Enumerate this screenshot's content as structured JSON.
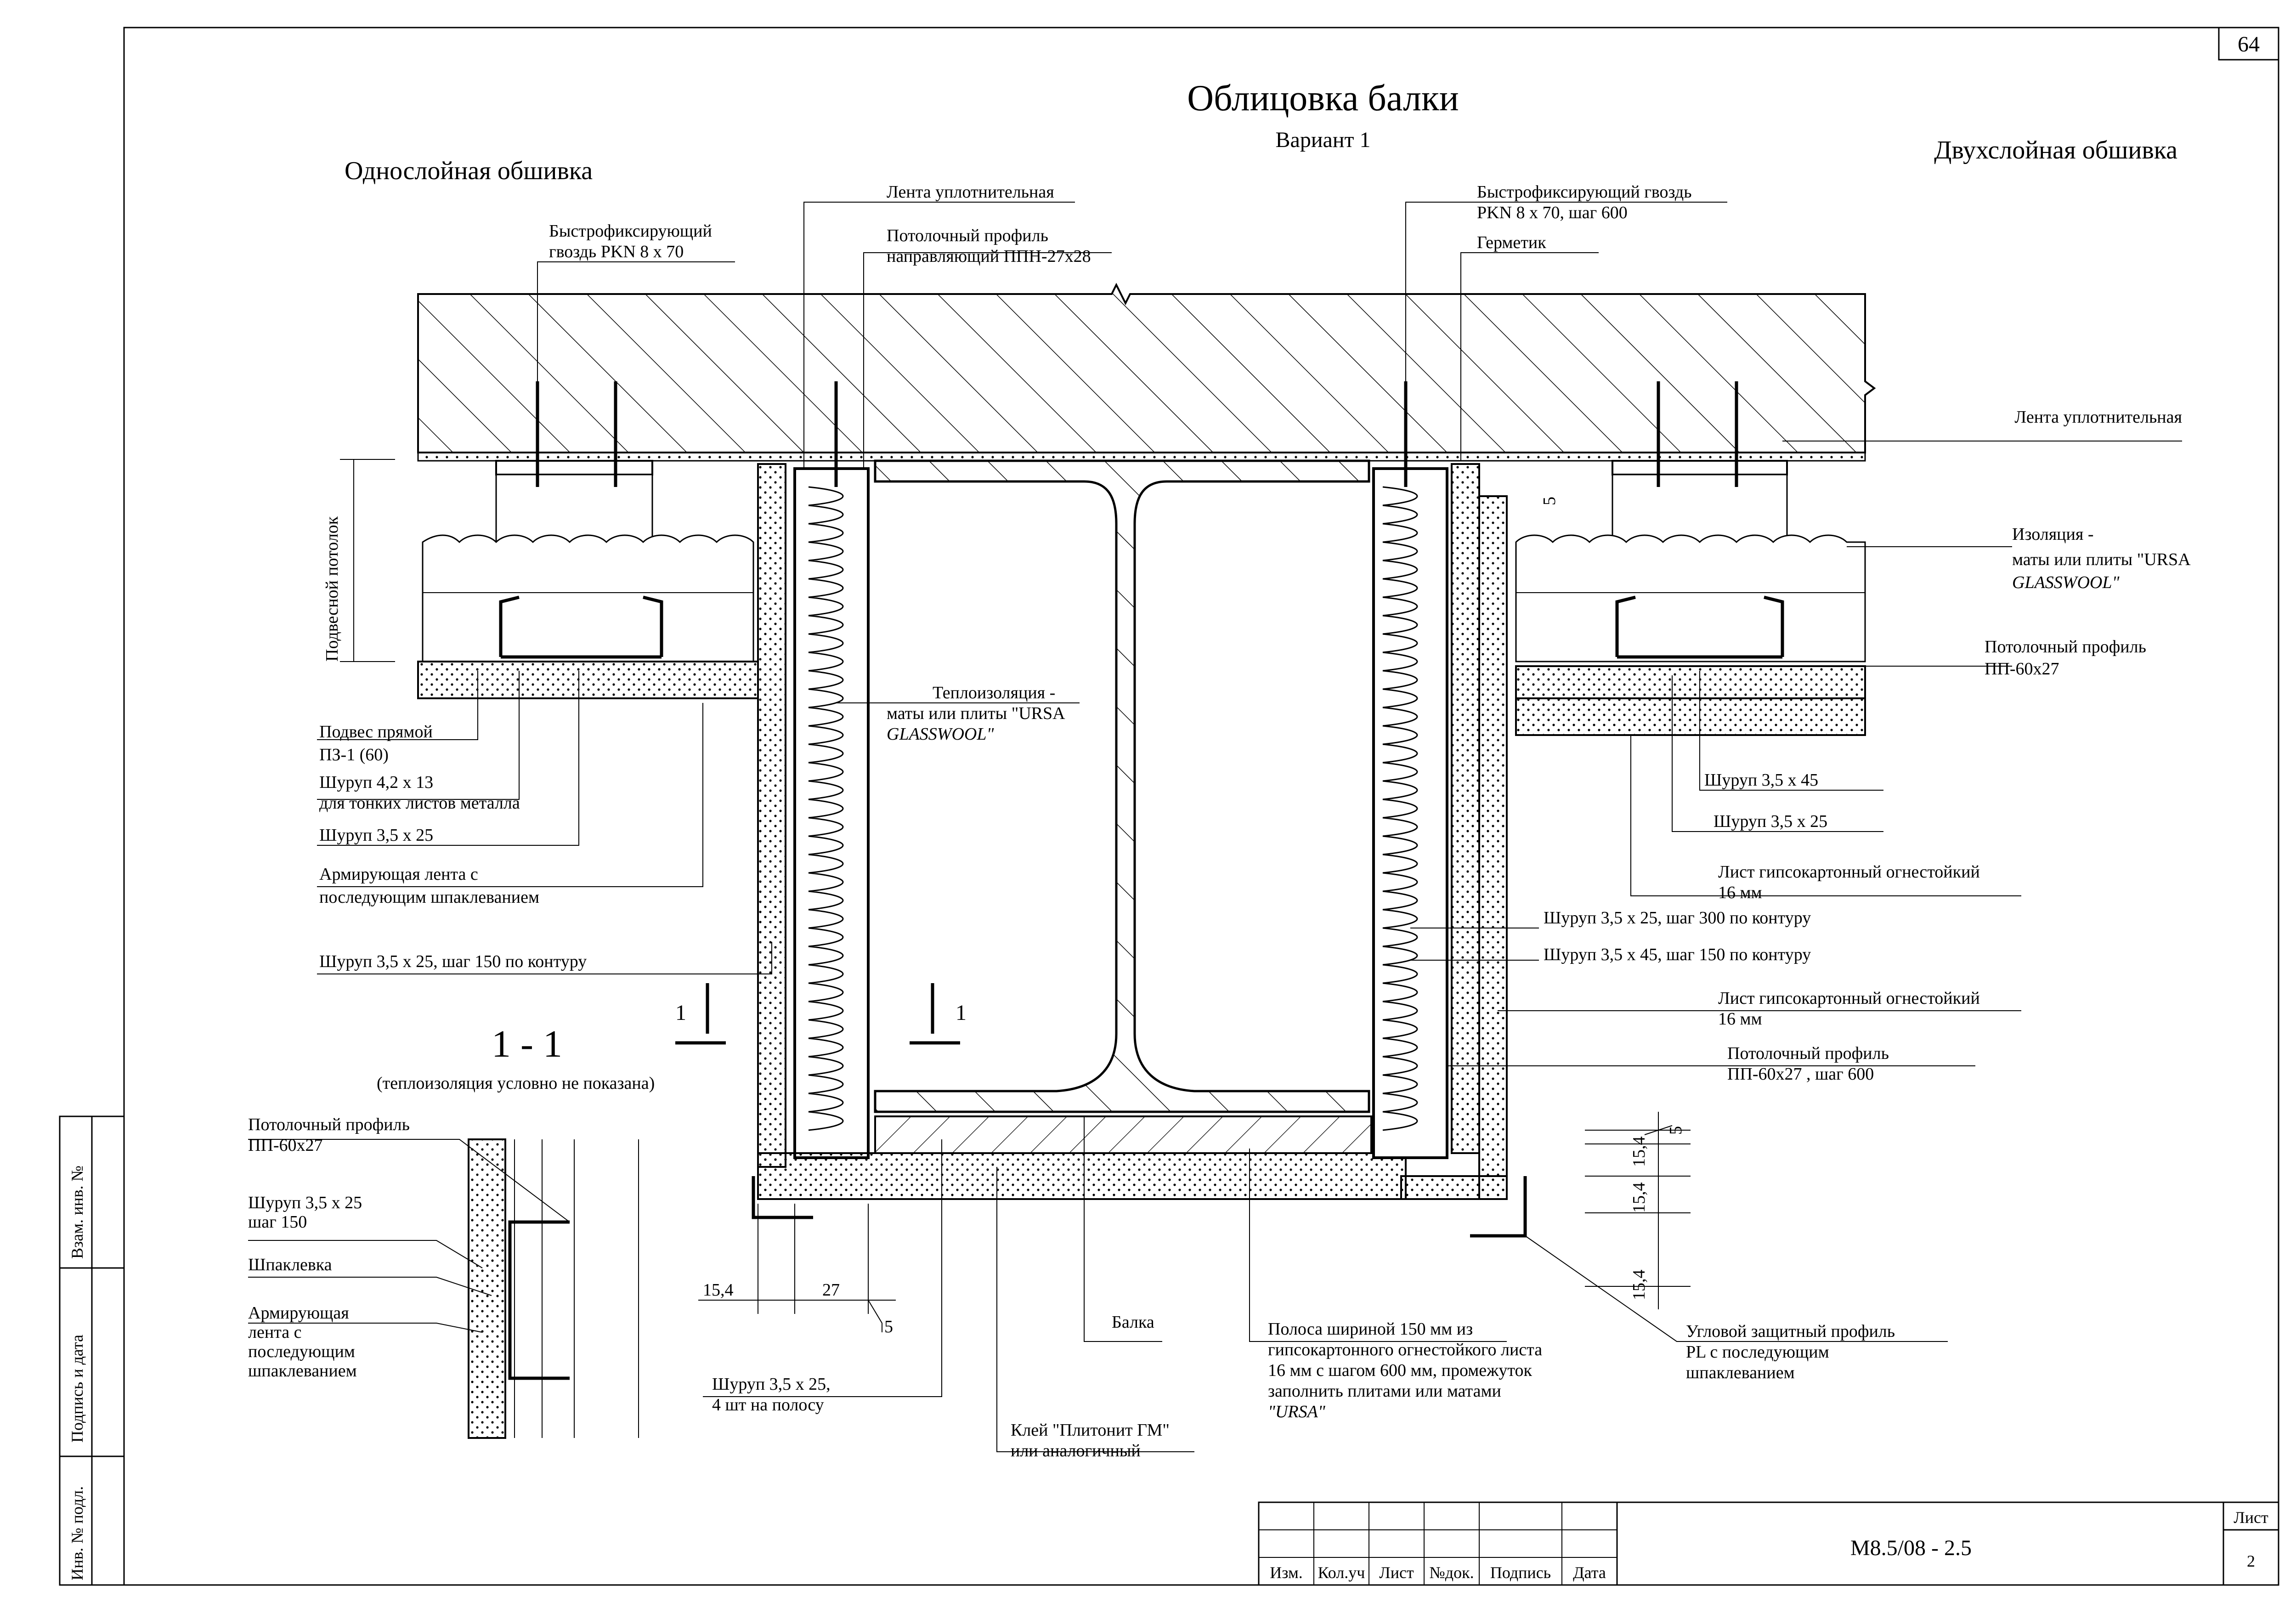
{
  "sheet": {
    "page_number": "64",
    "title": "Облицовка балки",
    "variant": "Вариант 1",
    "left_title": "Однослойная обшивка",
    "right_title": "Двухслойная обшивка",
    "section_mark": "1 - 1",
    "section_note": "(теплоизоляция условно не показана)",
    "cut_label_left": "1",
    "cut_label_right": "1",
    "suspended_ceiling": "Подвесной потолок"
  },
  "labels_top": {
    "tape_top": "Лента уплотнительная",
    "profile_top_1": "Потолочный профиль",
    "profile_top_2": "направляющий ППН-27х28",
    "nail_left_1": "Быстрофиксирующий",
    "nail_left_2": "гвоздь PKN 8 x 70",
    "nail_right_1": "Быстрофиксирующий гвоздь",
    "nail_right_2": "PKN 8 x 70, шаг 600",
    "sealant": "Герметик"
  },
  "labels_left": {
    "hanger_1": "Подвес прямой",
    "hanger_2": "ПЗ-1 (60)",
    "screw_413_1": "Шуруп 4,2 x 13",
    "screw_413_2": "для тонких листов металла",
    "screw_325": "Шуруп 3,5 x 25",
    "tape_1": "Армирующая лента с",
    "tape_2": "последующим шпаклеванием",
    "screw_325_150": "Шуруп 3,5 x 25, шаг 150 по контуру"
  },
  "labels_center": {
    "insul_1": "Теплоизоляция -",
    "insul_2": "маты или плиты \"URSA",
    "insul_3": "GLASSWOOL\"",
    "beam": "Балка",
    "strip_1": "Полоса шириной 150 мм из",
    "strip_2": "гипсокартонного  огнестойкого листа",
    "strip_3": "16 мм с шагом 600 мм, промежуток",
    "strip_4": "заполнить плитами или матами",
    "strip_5": "\"URSA\"",
    "glue_1": "Клей \"Плитонит ГМ\"",
    "glue_2": "или аналогичный",
    "screw_strip_1": "Шуруп 3,5 x 25,",
    "screw_strip_2": "4 шт на полосу"
  },
  "labels_right": {
    "tape": "Лента уплотнительная",
    "insul_1": "Изоляция -",
    "insul_2": "маты или плиты \"URSA",
    "insul_3": "GLASSWOOL\"",
    "profile_1": "Потолочный профиль",
    "profile_2": "ПП-60х27",
    "screw_345": "Шуруп 3,5 x 45",
    "screw_325": "Шуруп 3,5 x 25",
    "gkl_1": "Лист гипсокартонный огнестойкий",
    "gkl_2": "16 мм",
    "screw_325_300": "Шуруп 3,5 x 25, шаг 300 по контуру",
    "screw_345_150": "Шуруп 3,5 x 45, шаг 150 по контуру",
    "gkl2_1": "Лист гипсокартонный огнестойкий",
    "gkl2_2": "16 мм",
    "profile2_1": "Потолочный профиль",
    "profile2_2": "ПП-60х27 , шаг 600",
    "corner_1": "Угловой защитный профиль",
    "corner_2": "PL с последующим",
    "corner_3": "шпаклеванием"
  },
  "dims": {
    "d_5_top": "5",
    "d_154_a": "15,4",
    "d_154_b": "15,4",
    "d_154_c": "15,4",
    "d_5_right": "5",
    "d_154_bottom": "15,4",
    "d_27": "27",
    "d_5_bottom": "5"
  },
  "section_detail": {
    "profile_1": "Потолочный профиль",
    "profile_2": "ПП-60х27",
    "screw_1": "Шуруп 3,5 x 25",
    "screw_2": "шаг 150",
    "putty": "Шпаклевка",
    "tape_1": "Армирующая",
    "tape_2": "лента с",
    "tape_3": "последующим",
    "tape_4": "шпаклеванием"
  },
  "side_stamp": {
    "inv_orig": "Инв. № подл.",
    "sign_date": "Подпись и дата",
    "inv_repl": "Взам. инв. №"
  },
  "title_block": {
    "code": "М8.5/08 - 2.5",
    "sheet_label": "Лист",
    "sheet_no": "2",
    "col_izm": "Изм.",
    "col_kolch": "Кол.уч",
    "col_list": "Лист",
    "col_ndok": "№док.",
    "col_sign": "Подпись",
    "col_date": "Дата"
  }
}
